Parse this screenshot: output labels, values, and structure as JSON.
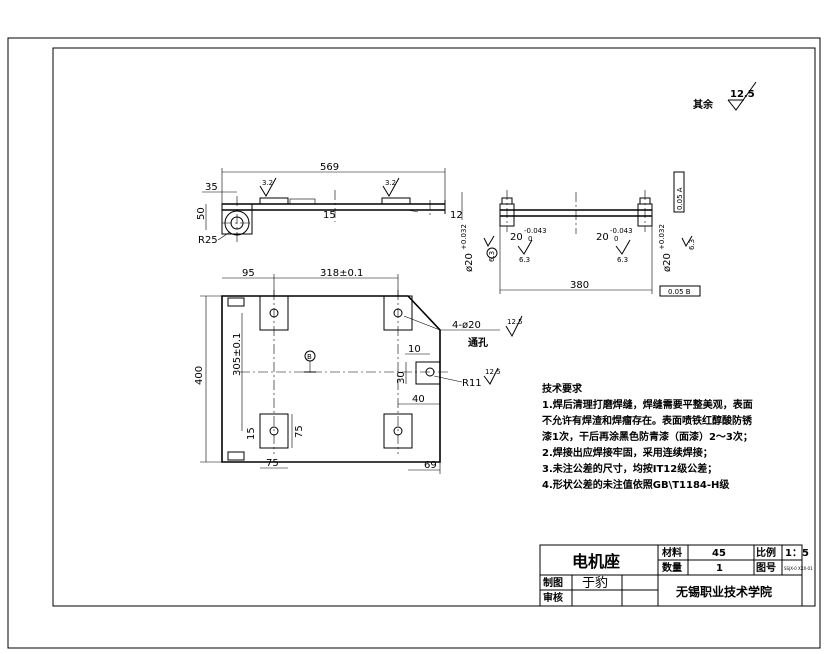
{
  "drawing": {
    "roughness_other": {
      "label": "其余",
      "value": "12.5"
    },
    "front_view": {
      "dims": {
        "length": "569",
        "left_offset": "35",
        "height": "50",
        "radius": "R25",
        "center": "15",
        "thickness": "12",
        "rough_a": "3.2",
        "rough_b": "3.2"
      }
    },
    "side_view": {
      "dims": {
        "bore_left": "20",
        "bore_left_tol_up": "-0.043",
        "bore_left_tol_lo": "0",
        "bore_right": "20",
        "bore_right_tol_up": "-0.043",
        "bore_right_tol_lo": "0",
        "dia_left": "ø20",
        "dia_left_tol": "+0.032",
        "dia_right": "ø20",
        "dia_right_tol": "+0.032",
        "span": "380",
        "rough_1": "6.3",
        "rough_2": "6.3",
        "rough_3": "6.3",
        "rough_4": "6.3",
        "gtol_top": "0.05 A",
        "gtol_bottom": "0.05 B",
        "datum_a": "A"
      }
    },
    "plan_view": {
      "dims": {
        "left": "95",
        "pitch_x": "318±0.1",
        "total_h": "400",
        "pitch_y": "305±0.1",
        "holes": "4-ø20",
        "holes_note": "通孔",
        "hole_rough": "12.5",
        "slot_w": "10",
        "slot_h": "30",
        "slot_r": "R11",
        "slot_rough": "12.5",
        "slot_off": "40",
        "pad_h": "75",
        "pad_w": "75",
        "bottom_off": "15",
        "right_off": "69",
        "datum_b": "B"
      }
    },
    "tech_requirements": {
      "title": "技术要求",
      "items": [
        "1.焊后清理打磨焊缝，焊缝需要平整美观，表面",
        "不允许有焊渣和焊瘤存在。表面喷铁红醇酸防锈",
        "漆1次，干后再涂黑色防青漆（面漆）2～3次；",
        "2.焊接出应焊接牢固，采用连续焊接；",
        "3.未注公差的尺寸，均按IT12级公差；",
        "4.形状公差的未注值依照GB\\T1184-H级"
      ]
    }
  },
  "title_block": {
    "part_name": "电机座",
    "material_label": "材料",
    "material_value": "45",
    "scale_label": "比例",
    "scale_value": "1：5",
    "qty_label": "数量",
    "qty_value": "1",
    "drawing_no_label": "图号",
    "drawing_no_value": "SSJX-0 XXX-01",
    "drafter_label": "制图",
    "drafter_value": "于豹",
    "reviewer_label": "审核",
    "reviewer_value": "",
    "school": "无锡职业技术学院"
  }
}
